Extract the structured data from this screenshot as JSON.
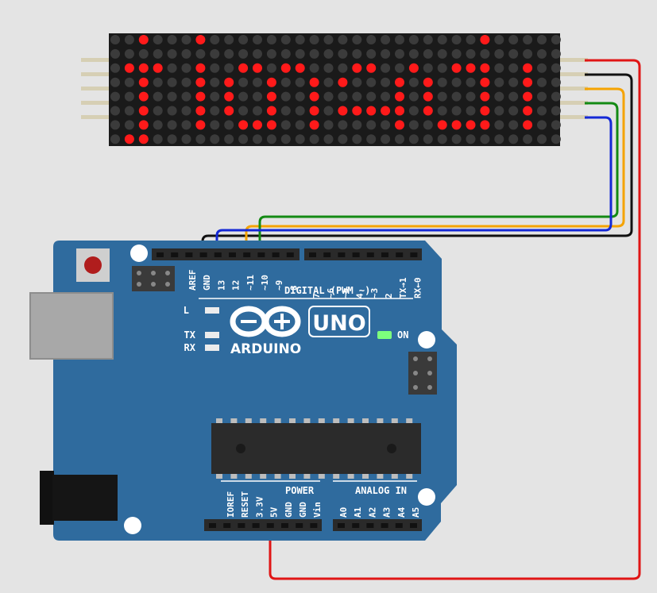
{
  "matrix": {
    "rows": 8,
    "cols": 32,
    "on_color": "#ff1a1a",
    "off_color": "#3b3b3b",
    "lit_rows": [
      "00100010000000000000000000100000",
      "00000000000000000000000000000000",
      "01110010011011000110010011100100",
      "00100010100100101000101000100100",
      "00100010100100100000101000100100",
      "00100010100100101111101000100100",
      "00100010011100100000100111100100",
      "01100000000000000000000000000000"
    ]
  },
  "board": {
    "brand": "ARDUINO",
    "model": "UNO",
    "on_label": "ON",
    "led_labels": [
      "L",
      "TX",
      "RX"
    ],
    "digital_title": "DIGITAL (PWM ~)",
    "digital_pins_left": [
      "AREF",
      "GND",
      "13",
      "12",
      "~11",
      "~10",
      "~9",
      "8"
    ],
    "digital_pins_right": [
      "7",
      "~6",
      "~5",
      "4",
      "~3",
      "2",
      "TX→1",
      "RX←0"
    ],
    "power_title": "POWER",
    "power_pins": [
      "IOREF",
      "RESET",
      "3.3V",
      "5V",
      "GND",
      "GND",
      "Vin"
    ],
    "analog_title": "ANALOG IN",
    "analog_pins": [
      "A0",
      "A1",
      "A2",
      "A3",
      "A4",
      "A5"
    ],
    "board_color": "#2f6b9e",
    "on_led_color": "#7dff7d"
  },
  "wires": [
    {
      "name": "vcc-wire",
      "color": "#e01515"
    },
    {
      "name": "gnd-wire",
      "color": "#111111"
    },
    {
      "name": "din-wire",
      "color": "#f5a300"
    },
    {
      "name": "cs-wire",
      "color": "#138a13"
    },
    {
      "name": "clk-wire",
      "color": "#1428d6"
    }
  ]
}
